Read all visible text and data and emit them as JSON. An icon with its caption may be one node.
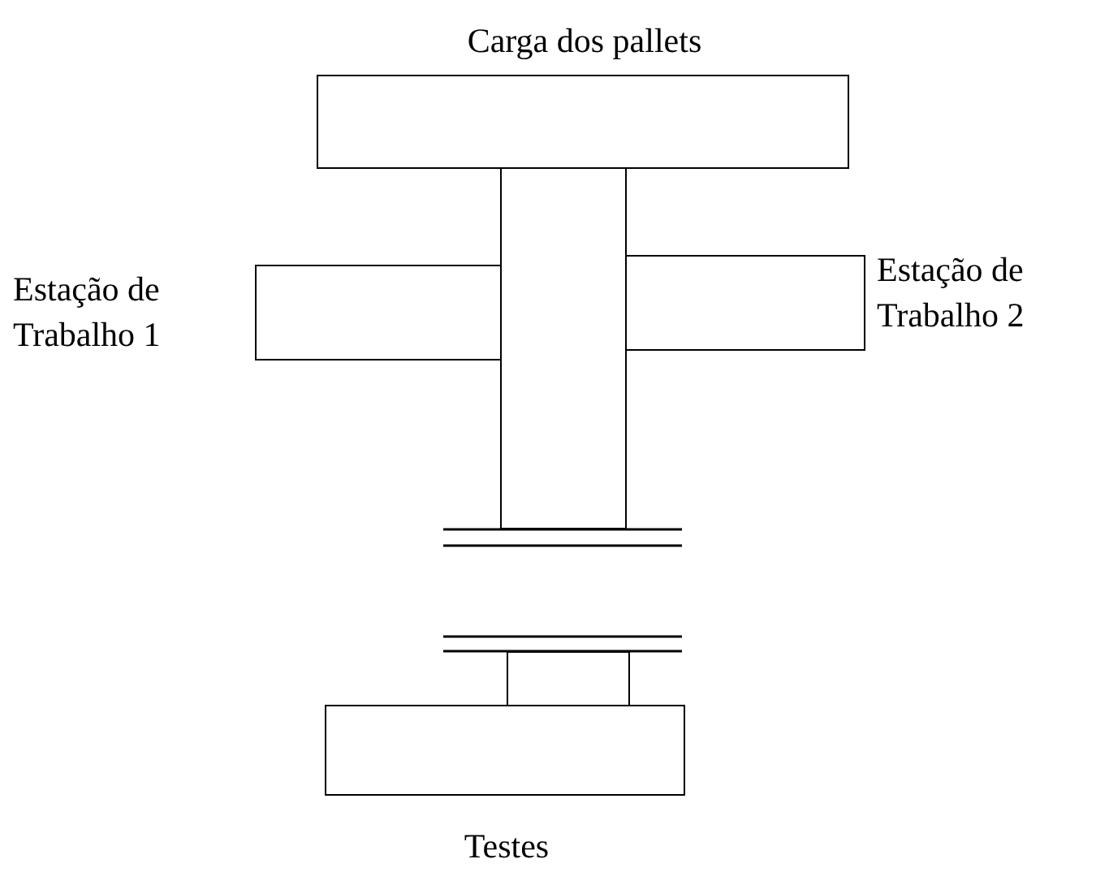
{
  "diagram": {
    "nodes": [
      {
        "text": [
          "Carga dos pallets"
        ]
      },
      {
        "text": [],
        "shape": "box"
      },
      {
        "text": [
          "Estação de Trabalho 1"
        ]
      },
      {
        "text": [
          "Estação de Trabalho 2"
        ]
      },
      {
        "text": [],
        "shape": "box"
      },
      {
        "text": [
          "Testes"
        ]
      }
    ]
  }
}
